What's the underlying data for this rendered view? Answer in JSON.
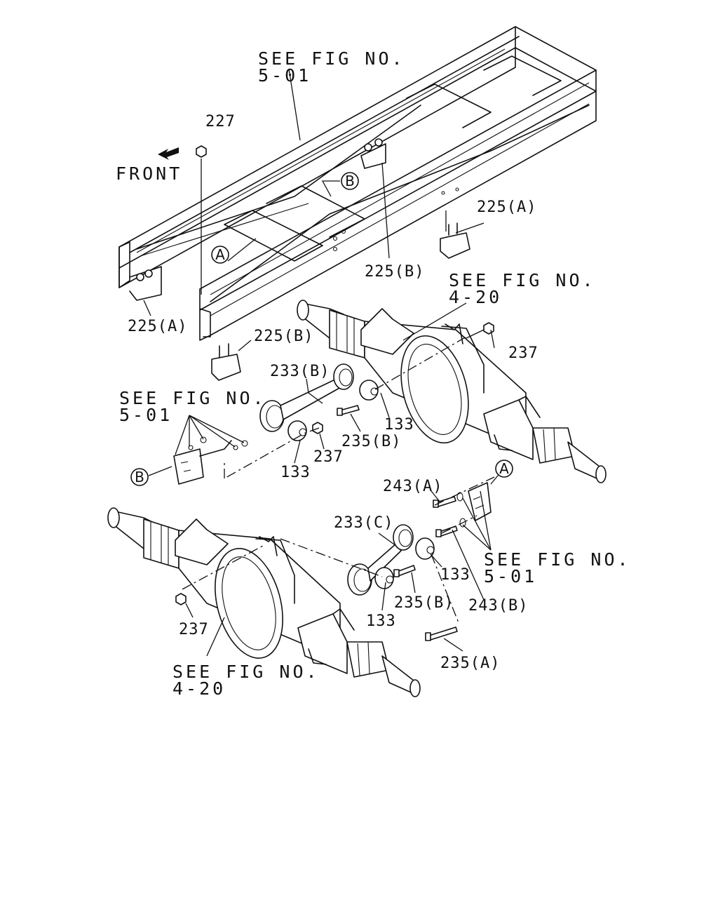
{
  "diagram": {
    "front_label": "FRONT",
    "refs": [
      {
        "l1": "SEE FIG NO.",
        "l2": "5-01"
      },
      {
        "l1": "SEE FIG NO.",
        "l2": "4-20"
      },
      {
        "l1": "SEE FIG NO.",
        "l2": "5-01"
      },
      {
        "l1": "SEE FIG NO.",
        "l2": "5-01"
      },
      {
        "l1": "SEE FIG NO.",
        "l2": "4-20"
      }
    ],
    "parts": {
      "p227": "227",
      "p225a_1": "225(A)",
      "p225b_1": "225(B)",
      "p225a_2": "225(A)",
      "p225b_2": "225(B)",
      "p237_1": "237",
      "p233b": "233(B)",
      "p133_1": "133",
      "p235b_1": "235(B)",
      "p237_2": "237",
      "p133_2": "133",
      "p243a": "243(A)",
      "p233c": "233(C)",
      "p133_3": "133",
      "p243b": "243(B)",
      "p235b_2": "235(B)",
      "p133_4": "133",
      "p237_3": "237",
      "p235a": "235(A)"
    },
    "callouts": {
      "a": "A",
      "b": "B"
    }
  }
}
